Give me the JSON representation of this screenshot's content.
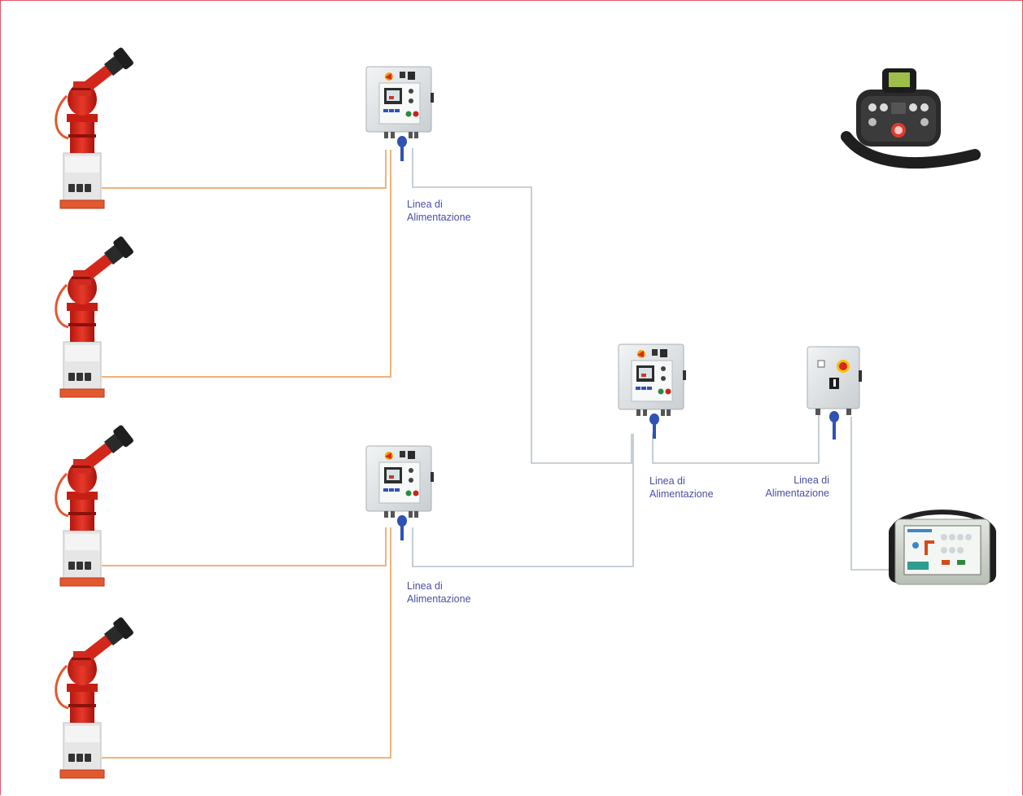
{
  "colors": {
    "frame": "#e0566a",
    "signal_cable": "#f0b27a",
    "network_cable": "#b8c2ca",
    "label_text": "#4a4fa3",
    "monitor_body": "#d5241a",
    "enclosure": "#dfe3e6"
  },
  "labels": {
    "power_line_1": {
      "line1": "Linea di",
      "line2": "Alimentazione"
    },
    "power_line_2": {
      "line1": "Linea di",
      "line2": "Alimentazione"
    },
    "power_line_3": {
      "line1": "Linea di",
      "line2": "Alimentazione"
    },
    "power_line_4": {
      "line1": "Linea di",
      "line2": "Alimentazione"
    }
  },
  "devices": {
    "monitors": [
      "fire-monitor",
      "fire-monitor",
      "fire-monitor",
      "fire-monitor"
    ],
    "control_panels": [
      "control-panel",
      "control-panel",
      "control-panel"
    ],
    "switch_box": "power-switch-box",
    "remote": "radio-remote-control",
    "tablet": "touchscreen-console"
  }
}
